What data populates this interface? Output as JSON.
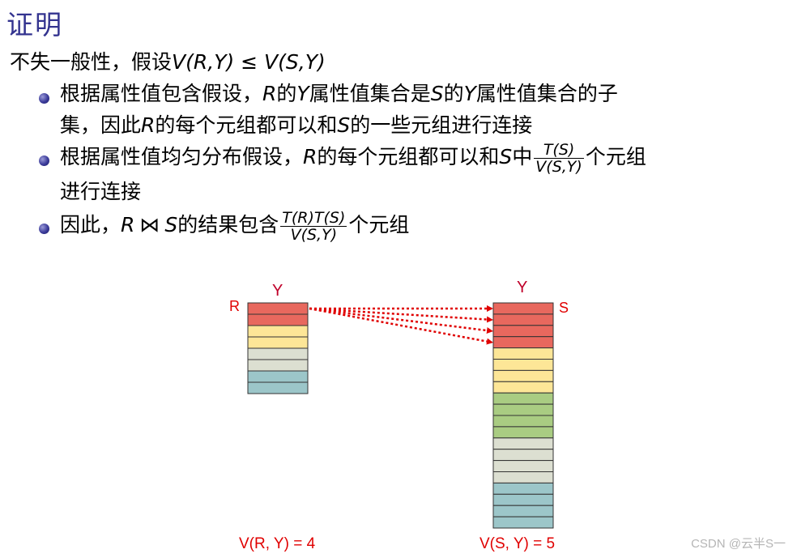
{
  "title": "证明",
  "intro": {
    "prefix": "不失一般性，假设",
    "formula": "V(R,Y) ≤ V(S,Y)"
  },
  "bullets": [
    {
      "line1_a": "根据属性值包含假设，",
      "line1_R": "R",
      "line1_b": "的",
      "line1_Y": "Y",
      "line1_c": "属性值集合是",
      "line1_S": "S",
      "line1_d": "的",
      "line1_Y2": "Y",
      "line1_e": "属性值集合的子",
      "line2_a": "集，因此",
      "line2_R": "R",
      "line2_b": "的每个元组都可以和",
      "line2_S": "S",
      "line2_c": "的一些元组进行连接"
    },
    {
      "line1_a": "根据属性值均匀分布假设，",
      "line1_R": "R",
      "line1_b": "的每个元组都可以和",
      "line1_S": "S",
      "line1_c": "中",
      "frac_num": "T(S)",
      "frac_den": "V(S,Y)",
      "line1_d": "个元组",
      "line2_a": "进行连接"
    },
    {
      "a": "因此，",
      "R": "R",
      "join": "⋈",
      "S": "S",
      "b": "的结果包含",
      "frac_num": "T(R)T(S)",
      "frac_den": "V(S,Y)",
      "c": "个元组"
    }
  ],
  "diagram": {
    "left_label": "R",
    "right_label": "S",
    "left_header": "Y",
    "right_header": "Y",
    "left_caption": "V(R, Y) = 4",
    "right_caption": "V(S, Y) = 5",
    "colors": {
      "red": "#e8685e",
      "yellow": "#fde697",
      "green": "#a9cc82",
      "gray": "#dcdfd1",
      "teal": "#9cc6c9",
      "arrow": "#e00000",
      "label": "#e00000",
      "header": "#c0002a"
    },
    "left_rows": [
      "red",
      "red",
      "yellow",
      "yellow",
      "gray",
      "gray",
      "teal",
      "teal"
    ],
    "right_rows": [
      "red",
      "red",
      "red",
      "red",
      "yellow",
      "yellow",
      "yellow",
      "yellow",
      "green",
      "green",
      "green",
      "green",
      "gray",
      "gray",
      "gray",
      "gray",
      "teal",
      "teal",
      "teal",
      "teal"
    ],
    "arrows_from_rows": [
      0,
      0,
      0,
      0
    ],
    "arrows_to_rows": [
      0,
      1,
      2,
      3
    ]
  },
  "watermark": "CSDN @云半S一"
}
